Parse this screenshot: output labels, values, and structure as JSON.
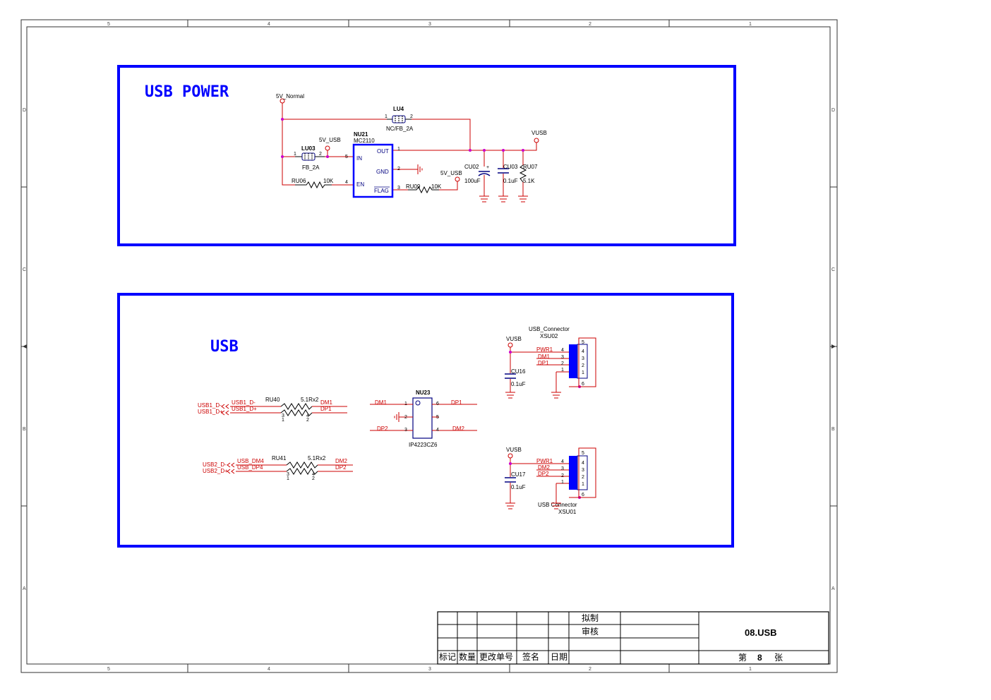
{
  "border": {
    "columns": [
      "5",
      "4",
      "3",
      "2",
      "1"
    ],
    "rows": [
      "D",
      "C",
      "B",
      "A"
    ]
  },
  "power_section": {
    "title": "USB POWER",
    "nets": {
      "v5_normal": "5V_Normal",
      "v5_usb_a": "5V_USB",
      "v5_usb_b": "5V_USB",
      "vusb": "VUSB"
    },
    "lu4": {
      "ref": "LU4",
      "value": "NC/FB_2A",
      "pin1": "1",
      "pin2": "2"
    },
    "lu03": {
      "ref": "LU03",
      "value": "FB_2A",
      "pin1": "1",
      "pin2": "2"
    },
    "nu21": {
      "ref": "NU21",
      "part": "MC2110",
      "pins": {
        "in": "IN",
        "en": "EN",
        "out": "OUT",
        "gnd": "GND",
        "flag": "FLAG"
      },
      "pin_numbers": {
        "in": "5",
        "en": "4",
        "out": "1",
        "gnd": "2",
        "flag": "3"
      }
    },
    "ru06": {
      "ref": "RU06",
      "value": "10K"
    },
    "ru09": {
      "ref": "RU09",
      "value": "10K"
    },
    "cu02": {
      "ref": "CU02",
      "value": "100uF",
      "polarity": "+"
    },
    "cu03": {
      "ref": "CU03",
      "value": "0.1uF"
    },
    "ru07": {
      "ref": "RU07",
      "value": "5.1K"
    }
  },
  "usb_section": {
    "title": "USB",
    "ru40": {
      "ref": "RU40",
      "value": "5.1Rx2",
      "pin_a": "1",
      "pin_b": "3",
      "pin_c": "2",
      "pin_d": "4"
    },
    "ru41": {
      "ref": "RU41",
      "value": "5.1Rx2",
      "pin_a": "1",
      "pin_b": "3",
      "pin_c": "2",
      "pin_d": "4"
    },
    "ports1": {
      "a": "USB1_D-",
      "b": "USB1_D+",
      "c": "USB1_D-",
      "d": "USB1_D+",
      "e": "DM1",
      "f": "DP1"
    },
    "ports2": {
      "a": "USB2_D-",
      "b": "USB2_D+",
      "c": "USB_DM4",
      "d": "USB_DP4",
      "e": "DM2",
      "f": "DP2"
    },
    "nu23": {
      "ref": "NU23",
      "part": "IP4223CZ6",
      "left_nets": [
        "DM1",
        "DP2"
      ],
      "right_nets": [
        "DP1",
        "DM2"
      ],
      "pins": [
        "1",
        "2",
        "3",
        "4",
        "5",
        "6"
      ]
    },
    "conn1": {
      "label": "USB_Connector",
      "ref": "XSU02",
      "vnet": "VUSB",
      "nets": [
        "PWR1",
        "DM1",
        "DP1"
      ],
      "pins_left": [
        "4",
        "3",
        "2",
        "1"
      ],
      "pins_body": [
        "5",
        "4",
        "3",
        "2",
        "1",
        "6"
      ],
      "cap_ref": "CU16",
      "cap_value": "0.1uF"
    },
    "conn2": {
      "label": "USB Connector",
      "ref": "XSU01",
      "vnet": "VUSB",
      "nets": [
        "PWR1",
        "DM2",
        "DP2"
      ],
      "pins_left": [
        "4",
        "3",
        "2",
        "1"
      ],
      "pins_body": [
        "5",
        "4",
        "3",
        "2",
        "1",
        "6"
      ],
      "cap_ref": "CU17",
      "cap_value": "0.1uF"
    }
  },
  "title_block": {
    "drawn": "拟制",
    "review": "审核",
    "sheet_name": "08.USB",
    "footer": [
      "标记",
      "数量",
      "更改单号",
      "签名",
      "日期"
    ],
    "page_prefix": "第",
    "page_number": "8",
    "page_suffix": "张"
  },
  "colors": {
    "frame": "#0000ff",
    "wire": "#cc0000",
    "junction": "#cc00cc",
    "component": "#000080"
  }
}
